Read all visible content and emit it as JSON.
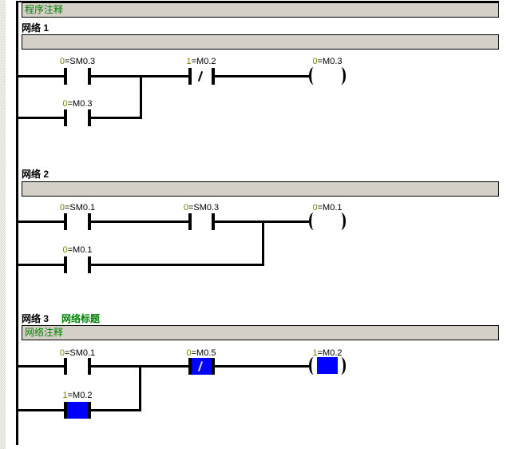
{
  "program_comment": "程序注释",
  "colors": {
    "status_value": "#808000",
    "comment_green": "#008000",
    "power_flow_blue": "#0000ff",
    "comment_bar_gray": "#d4d0c8",
    "wire_black": "#000000"
  },
  "networks": [
    {
      "heading": "网络 1",
      "title": "",
      "comment": "",
      "contact1": {
        "value": "0",
        "operand": "=SM0.3"
      },
      "contact2": {
        "value": "1",
        "operand": "=M0.2"
      },
      "coil": {
        "value": "0",
        "operand": "=M0.3"
      },
      "branch_contact": {
        "value": "0",
        "operand": "=M0.3"
      }
    },
    {
      "heading": "网络 2",
      "title": "",
      "comment": "",
      "contact1": {
        "value": "0",
        "operand": "=SM0.1"
      },
      "contact2": {
        "value": "0",
        "operand": "=SM0.3"
      },
      "coil": {
        "value": "0",
        "operand": "=M0.1"
      },
      "branch_contact": {
        "value": "0",
        "operand": "=M0.1"
      }
    },
    {
      "heading": "网络 3",
      "title": "网络标题",
      "comment": "网络注释",
      "contact1": {
        "value": "0",
        "operand": "=SM0.1"
      },
      "contact2": {
        "value": "0",
        "operand": "=M0.5"
      },
      "coil": {
        "value": "1",
        "operand": "=M0.2"
      },
      "branch_contact": {
        "value": "1",
        "operand": "=M0.2"
      }
    }
  ]
}
